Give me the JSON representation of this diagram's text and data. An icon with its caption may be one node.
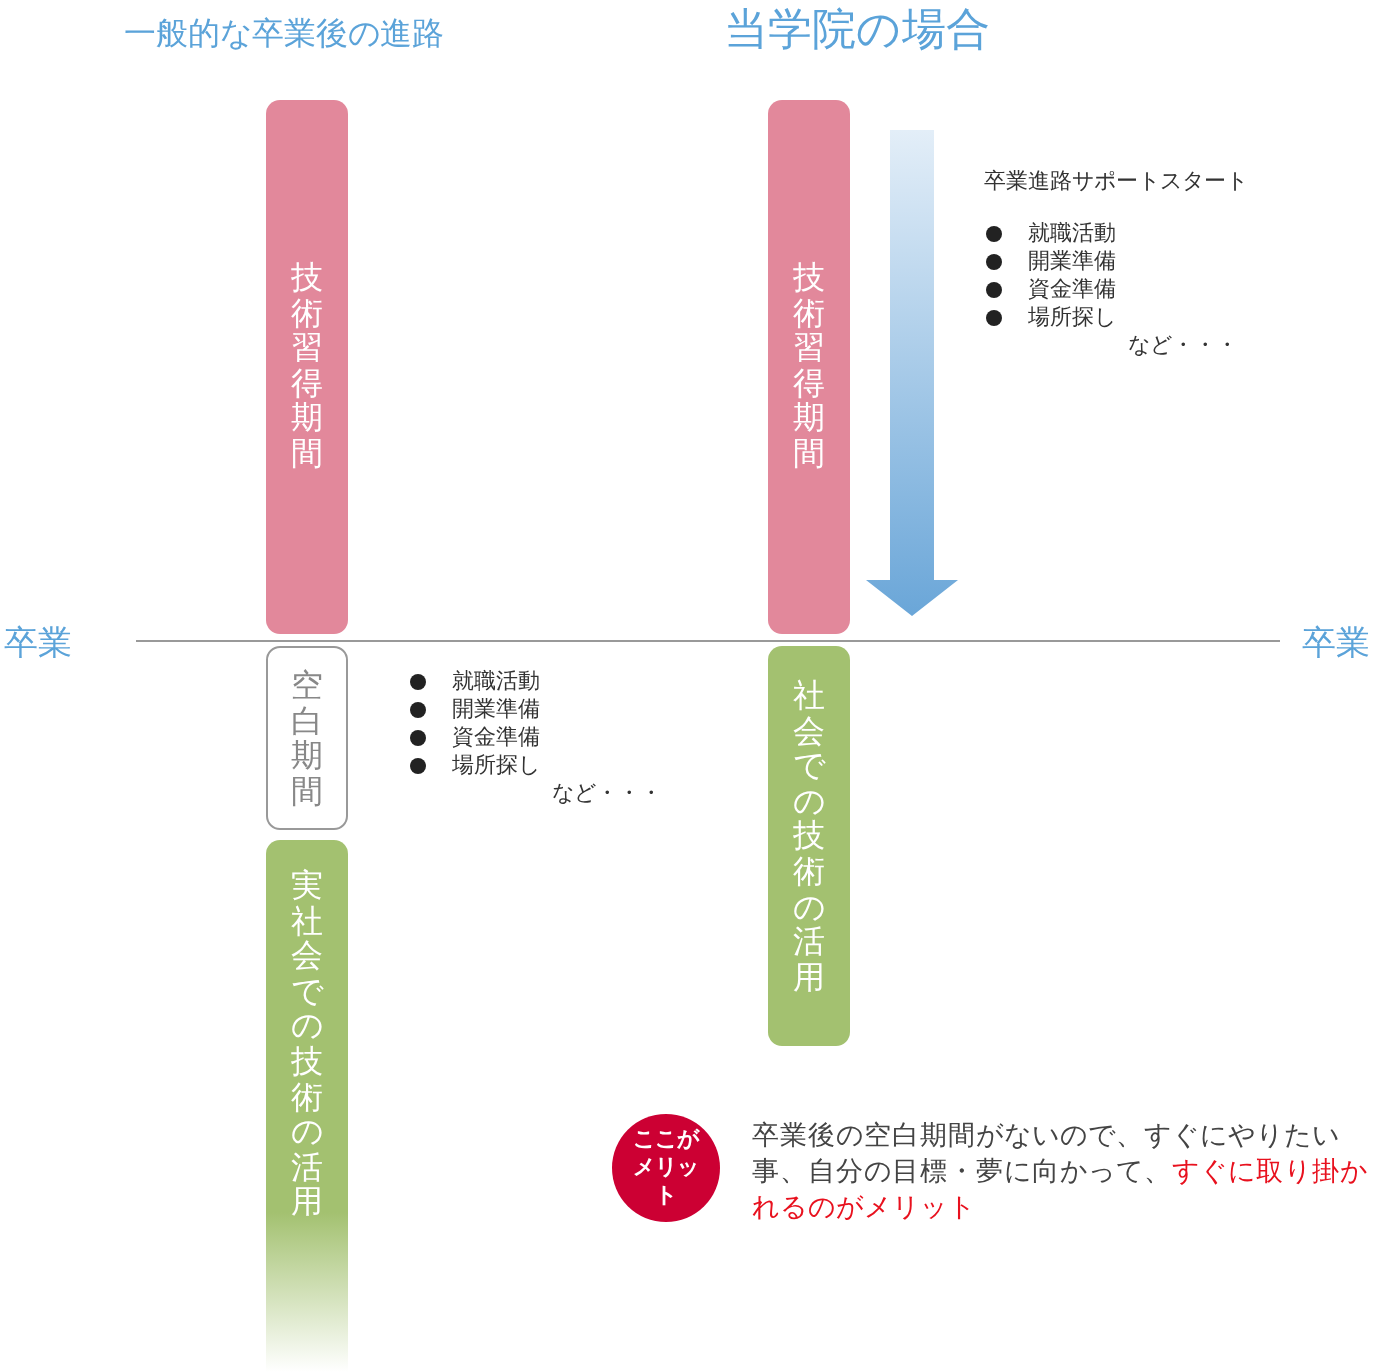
{
  "diagram": {
    "nodes": [
      {
        "text": [
          "技術習得期間"
        ]
      },
      {
        "text": [
          "空白期間"
        ]
      },
      {
        "text": [
          "実社会での技術の活用"
        ]
      },
      {
        "text": [
          "技術習得期間"
        ]
      },
      {
        "text": [
          "社会での技術の活用"
        ]
      },
      {
        "text": [
          "ここがメリット"
        ],
        "beside": [
          "卒業後の空白期間がないので、すぐにやりたい事、自分の目標・夢に向かって、",
          "すぐに取り掛かれるのがメリット"
        ]
      }
    ],
    "labels": [
      "一般的な卒業後の進路",
      "当学院の場合",
      "卒業進路サポートスタート",
      "就職活動",
      "開業準備",
      "資金準備",
      "場所探し",
      "など・・・",
      "卒業",
      "卒業",
      "就職活動",
      "開業準備",
      "資金準備",
      "場所探し",
      "など・・・"
    ]
  }
}
